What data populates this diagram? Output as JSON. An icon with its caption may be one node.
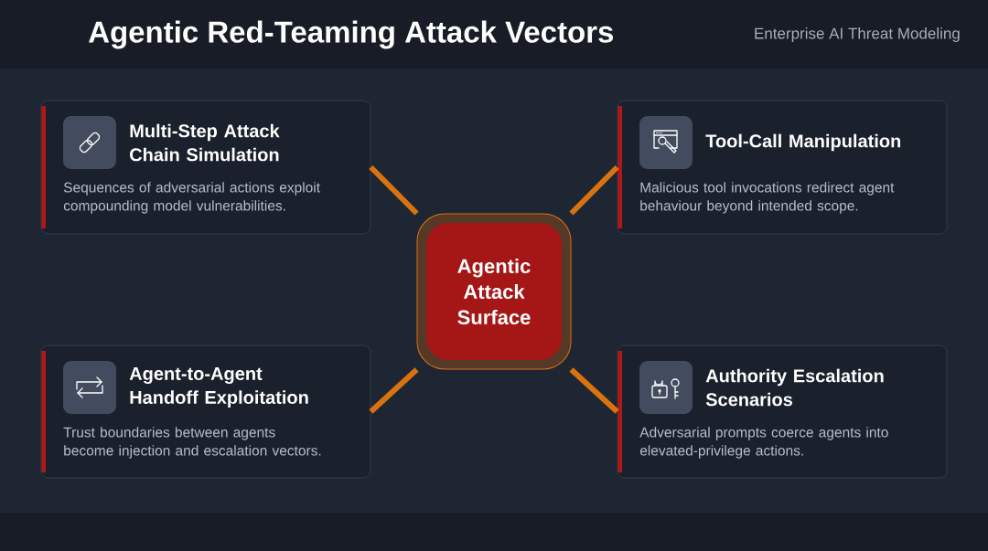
{
  "diagram": {
    "title": "Agentic Red-Teaming Attack Vectors",
    "nodes": [
      {
        "text": [
          "Agentic Attack Surface"
        ]
      },
      {
        "text": [
          "Multi-Step Attack Chain Simulation",
          "Sequences of adversarial actions exploit compounding model vulnerabilities."
        ]
      },
      {
        "text": [
          "Tool-Call Manipulation",
          "Malicious tool invocations redirect agent behaviour beyond intended scope."
        ]
      },
      {
        "text": [
          "Agent-to-Agent Handoff Exploitation",
          "Trust boundaries between agents become injection and escalation vectors."
        ]
      },
      {
        "text": [
          "Authority Escalation Scenarios",
          "Adversarial prompts coerce agents into elevated-privilege actions."
        ]
      }
    ],
    "edges": [
      {
        "from": 0,
        "to": 1,
        "arrow": "none"
      },
      {
        "from": 0,
        "to": 2,
        "arrow": "none"
      },
      {
        "from": 0,
        "to": 3,
        "arrow": "none"
      },
      {
        "from": 0,
        "to": 4,
        "arrow": "none"
      }
    ],
    "labels": [
      "Enterprise AI Threat Modeling"
    ]
  }
}
